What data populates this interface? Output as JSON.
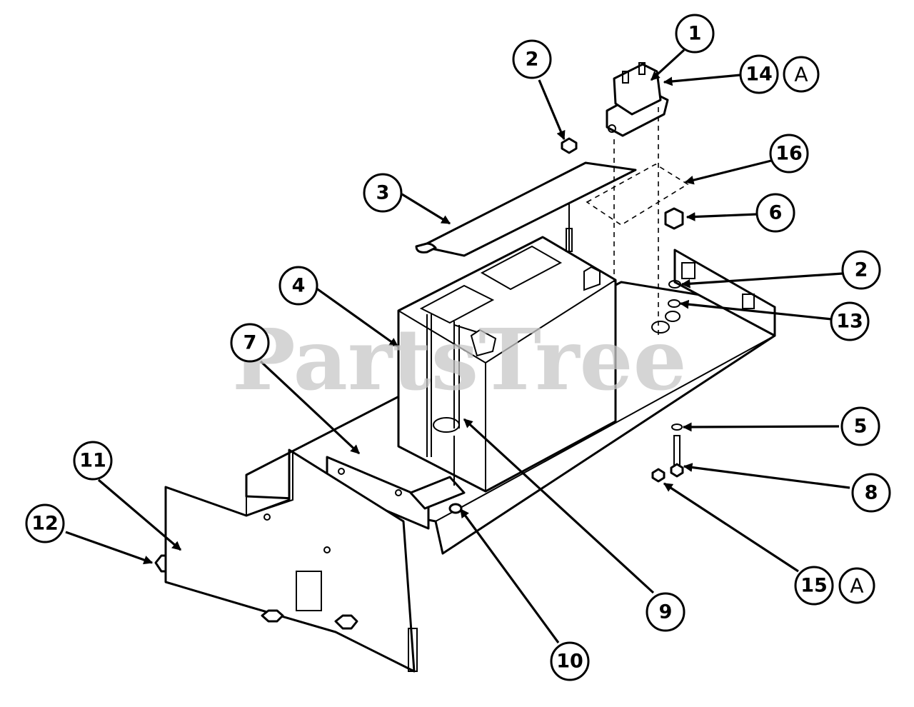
{
  "watermark": "PartsTree",
  "callouts": [
    {
      "id": "c1",
      "label": "1"
    },
    {
      "id": "c2a",
      "label": "2"
    },
    {
      "id": "c2b",
      "label": "2"
    },
    {
      "id": "c3",
      "label": "3"
    },
    {
      "id": "c4",
      "label": "4"
    },
    {
      "id": "c5",
      "label": "5"
    },
    {
      "id": "c6",
      "label": "6"
    },
    {
      "id": "c7",
      "label": "7"
    },
    {
      "id": "c8",
      "label": "8"
    },
    {
      "id": "c9",
      "label": "9"
    },
    {
      "id": "c10",
      "label": "10"
    },
    {
      "id": "c11",
      "label": "11"
    },
    {
      "id": "c12",
      "label": "12"
    },
    {
      "id": "c13",
      "label": "13"
    },
    {
      "id": "c14",
      "label": "14",
      "suffix": "A"
    },
    {
      "id": "c15",
      "label": "15",
      "suffix": "A"
    },
    {
      "id": "c16",
      "label": "16"
    }
  ]
}
